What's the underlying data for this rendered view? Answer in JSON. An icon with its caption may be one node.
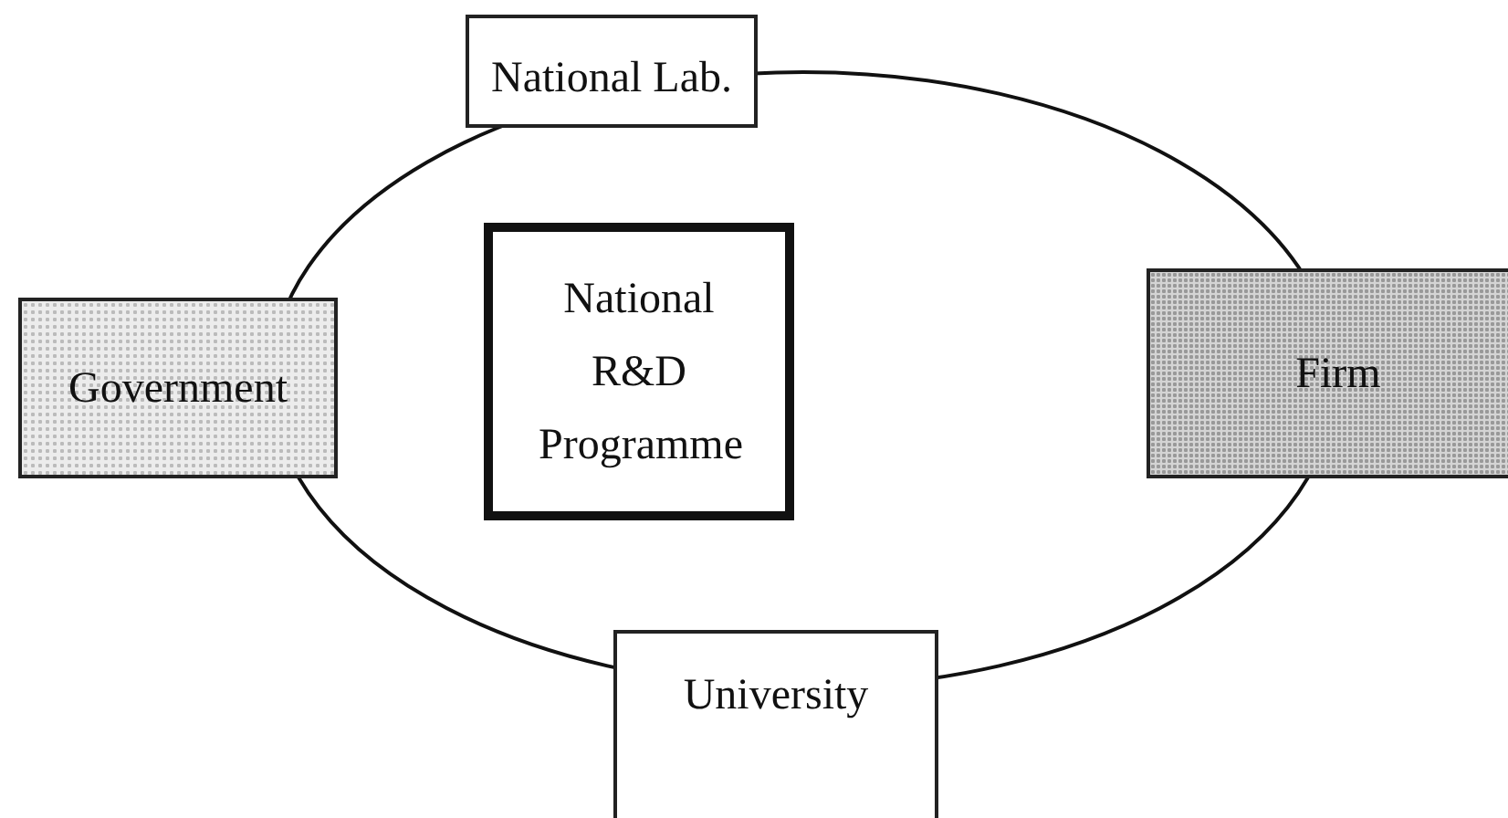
{
  "diagram": {
    "nodes": [
      {
        "text": [],
        "shape": "ellipse"
      },
      {
        "text": [
          "National Lab."
        ]
      },
      {
        "text": [
          "Government"
        ]
      },
      {
        "text": [
          "National R&D Programme"
        ],
        "in": 0
      },
      {
        "text": [
          "Firm"
        ]
      },
      {
        "text": [
          "University"
        ]
      }
    ]
  }
}
